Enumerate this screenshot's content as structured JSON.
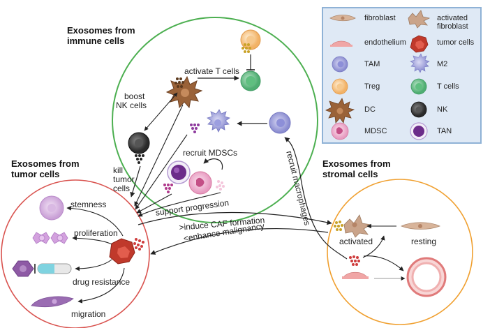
{
  "headings": {
    "immune": [
      "Exosomes  from",
      "immune cells"
    ],
    "tumor": [
      "Exosomes  from",
      "tumor cells"
    ],
    "stromal": [
      "Exosomes  from",
      "stromal cells"
    ]
  },
  "labels": {
    "activate_t": "activate T cells",
    "boost_nk": [
      "boost",
      "NK cells"
    ],
    "kill_tumor": [
      "kill",
      "tumor",
      "cells"
    ],
    "recruit_mdscs": "recruit MDSCs",
    "support_progression": "support progression",
    "recruit_macrophages": "recruit macrophages",
    "induce_caf": ">induce CAF formation",
    "enhance_malignancy": "<enhance malignancy",
    "stemness": "stemness",
    "proliferation": "proliferation",
    "drug_resistance": "drug resistance",
    "migration": "migration",
    "activated": "activated",
    "resting": "resting"
  },
  "legend": [
    {
      "label": "fibroblast",
      "icon": "fibroblast-icon"
    },
    {
      "label": "activated\nfibroblast",
      "icon": "activated-fibroblast-icon"
    },
    {
      "label": "endothelium",
      "icon": "endothelium-icon"
    },
    {
      "label": "tumor cells",
      "icon": "tumor-cell-icon"
    },
    {
      "label": "TAM",
      "icon": "tam-icon"
    },
    {
      "label": "M2",
      "icon": "m2-icon"
    },
    {
      "label": "Treg",
      "icon": "treg-icon"
    },
    {
      "label": "T cells",
      "icon": "t-cell-icon"
    },
    {
      "label": "DC",
      "icon": "dc-icon"
    },
    {
      "label": "NK",
      "icon": "nk-icon"
    },
    {
      "label": "MDSC",
      "icon": "mdsc-icon"
    },
    {
      "label": "TAN",
      "icon": "tan-icon"
    }
  ],
  "colors": {
    "immune_circle": "#4caf50",
    "tumor_circle": "#d9534f",
    "stromal_circle": "#f0a030",
    "legend_bg": "#dfe9f5",
    "legend_border": "#8fb2d6"
  }
}
